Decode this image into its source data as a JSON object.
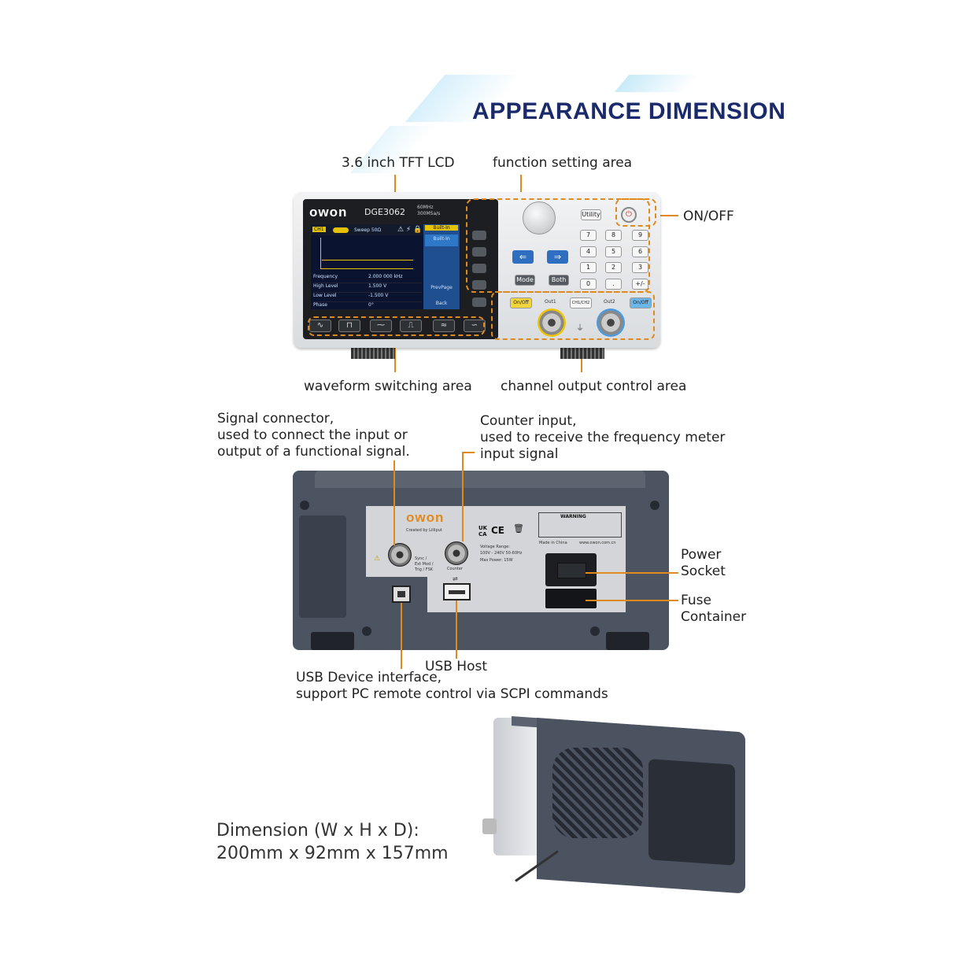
{
  "title": "APPEARANCE DIMENSION",
  "front_labels": {
    "lcd": "3.6 inch TFT LCD",
    "function_area": "function setting area",
    "on_off": "ON/OFF",
    "waveform_area": "waveform switching area",
    "channel_area": "channel output control area"
  },
  "device": {
    "brand": "owon",
    "model": "DGE3062",
    "spec_line1": "60MHz",
    "spec_line2": "300MSa/s",
    "lcd": {
      "channel": "CH1",
      "mode": "Sweep 50Ω",
      "softkey_top": "Built-In",
      "softkey_selected": "Built-In",
      "softkey_prev": "PrevPage",
      "softkey_back": "Back",
      "params": [
        {
          "name": "Frequency",
          "value": "2.000 000 kHz"
        },
        {
          "name": "High Level",
          "value": "1.500 V"
        },
        {
          "name": "Low Level",
          "value": "-1.500 V"
        },
        {
          "name": "Phase",
          "value": "0°"
        }
      ]
    },
    "buttons": {
      "utility": "Utility",
      "mode": "Mode",
      "both": "Both",
      "out1": "Out1",
      "out2": "Out2",
      "ch1ch2": "CH1/CH2",
      "onoff_left": "On/Off",
      "onoff_right": "On/Off"
    },
    "keypad": [
      "7",
      "8",
      "9",
      "4",
      "5",
      "6",
      "1",
      "2",
      "3",
      "0",
      ".",
      "+/-"
    ]
  },
  "back_labels": {
    "signal_connector": [
      "Signal connector,",
      "used to connect the input or",
      "output of a functional signal."
    ],
    "counter_input": [
      "Counter input,",
      "used to receive the frequency meter",
      "input signal"
    ],
    "power_socket": [
      "Power",
      "Socket"
    ],
    "fuse": [
      "Fuse",
      "Container"
    ],
    "usb_host": "USB Host",
    "usb_device": [
      "USB Device interface,",
      "support PC remote control via SCPI commands"
    ]
  },
  "back_panel": {
    "brand": "owon",
    "created_by": "Created by Lilliput",
    "sync_label": [
      "Sync /",
      "Ext Mod /",
      "Trig / FSK"
    ],
    "counter_label": "Counter",
    "voltage": "Voltage Range:",
    "voltage_val": "100V - 240V   50-60Hz",
    "max_power": "Max Power: 15W",
    "warning": "WARNING",
    "made_in": "Made in China",
    "website": "www.owon.com.cn",
    "marks": [
      "UK",
      "CA",
      "CE"
    ]
  },
  "dimension": {
    "line1": "Dimension (W x H x D):",
    "line2": "200mm x 92mm x 157mm"
  },
  "colors": {
    "accent_orange": "#e08a1e",
    "title_navy": "#1b2a6b",
    "stripe_blue": "#bfe6f7",
    "body_grey": "#4c5461"
  }
}
